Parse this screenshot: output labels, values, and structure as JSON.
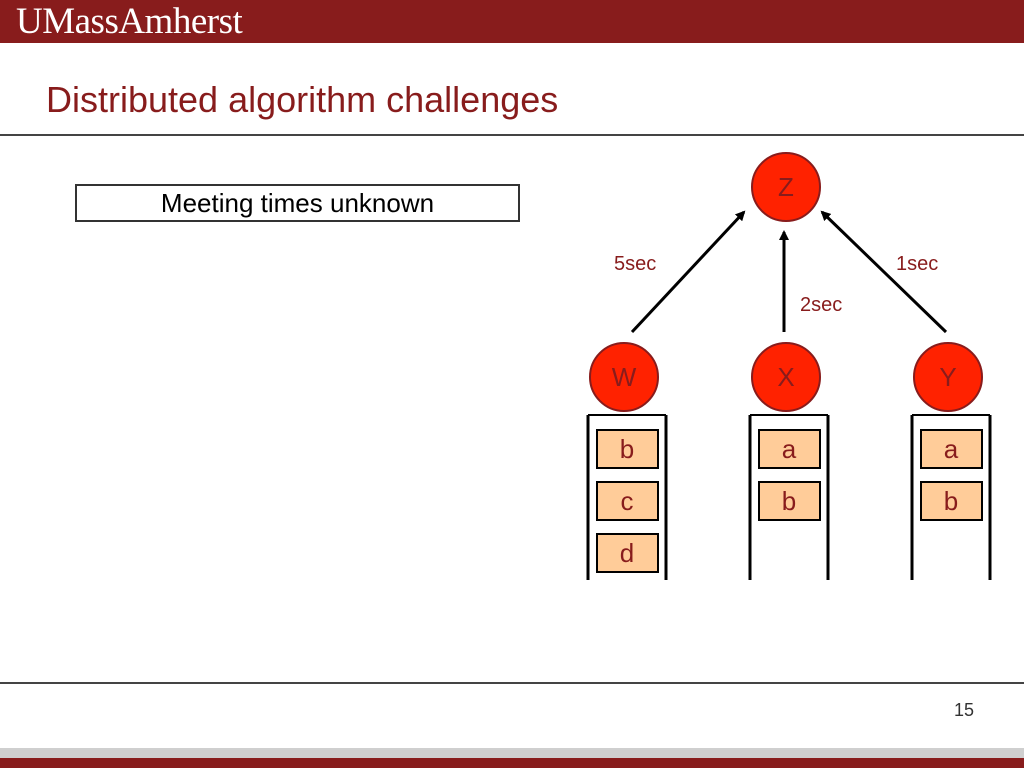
{
  "header": {
    "logo_text": "UMassAmherst"
  },
  "slide": {
    "title": "Distributed algorithm challenges",
    "callout": "Meeting times unknown",
    "page_number": "15"
  },
  "diagram": {
    "nodes": {
      "z": "Z",
      "w": "W",
      "x": "X",
      "y": "Y"
    },
    "edges": {
      "w_to_z": "5sec",
      "x_to_z": "2sec",
      "y_to_z": "1sec"
    },
    "queues": {
      "w": [
        "b",
        "c",
        "d"
      ],
      "x": [
        "a",
        "b"
      ],
      "y": [
        "a",
        "b"
      ]
    }
  },
  "colors": {
    "brand_maroon": "#881c1c",
    "node_fill": "#ff2200",
    "queue_item_fill": "#ffcc99"
  }
}
